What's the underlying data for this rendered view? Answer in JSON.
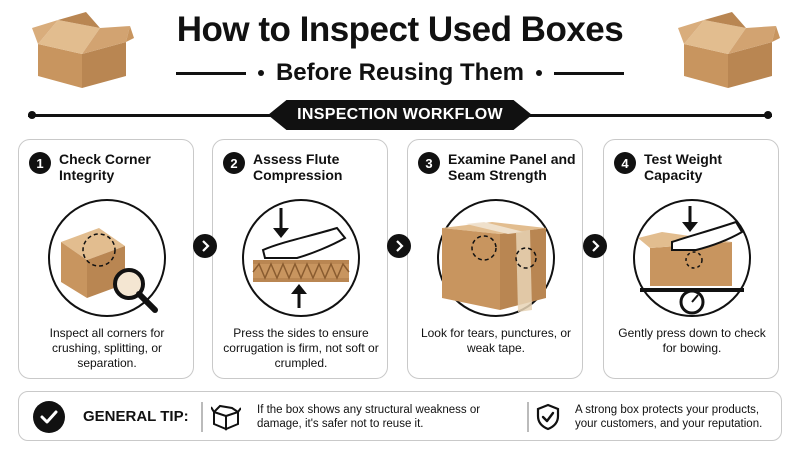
{
  "header": {
    "title": "How to Inspect Used Boxes",
    "subtitle": "Before Reusing Them"
  },
  "banner": {
    "label": "INSPECTION WORKFLOW"
  },
  "steps": [
    {
      "number": "1",
      "title": "Check Corner Integrity",
      "description": "Inspect all corners for crushing, splitting, or separation.",
      "icon": "magnifier-corner-icon"
    },
    {
      "number": "2",
      "title": "Assess Flute Compression",
      "description": "Press the sides to ensure corrugation is firm, not soft or crumpled.",
      "icon": "flute-press-icon"
    },
    {
      "number": "3",
      "title": "Examine Panel and Seam Strength",
      "description": "Look for tears, punctures, or weak tape.",
      "icon": "taped-box-icon"
    },
    {
      "number": "4",
      "title": "Test Weight Capacity",
      "description": "Gently press down to check for bowing.",
      "icon": "weight-gauge-icon"
    }
  ],
  "tip": {
    "label": "GENERAL TIP:",
    "text1": "If the box shows any structural weakness or damage, it's safer not to reuse it.",
    "text2": "A strong box protects your products, your customers, and your reputation."
  },
  "colors": {
    "cardboard": "#d2a371",
    "cardboard_dark": "#b98652",
    "cardboard_light": "#e2bd8f",
    "ink": "#111111",
    "border": "#c9c9c9"
  }
}
